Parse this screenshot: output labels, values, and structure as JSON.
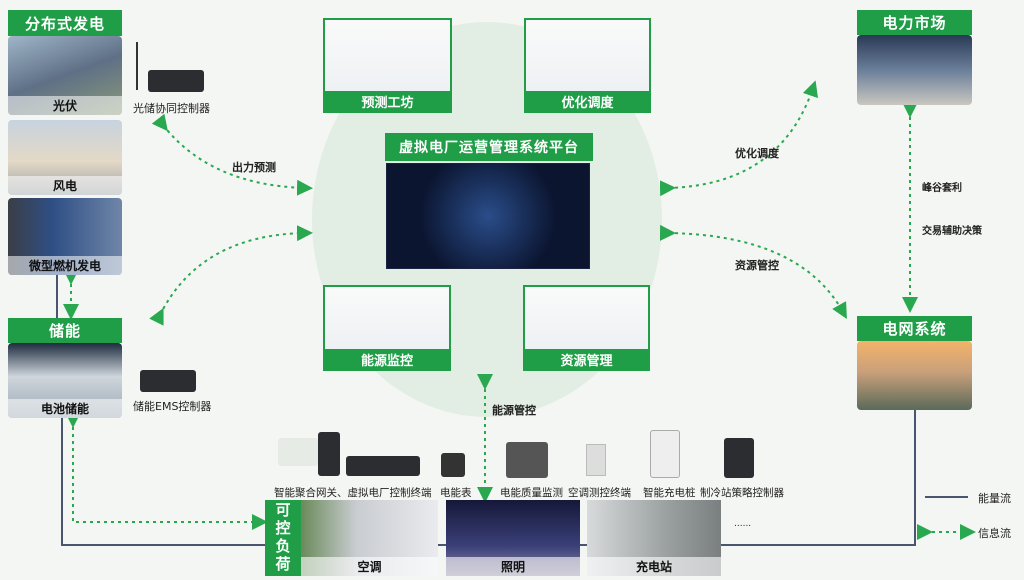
{
  "platform": {
    "title": "虚拟电厂运营管理系统平台"
  },
  "modules": {
    "forecast": "预测工坊",
    "optimize": "优化调度",
    "monitor": "能源监控",
    "resource": "资源管理"
  },
  "distributed": {
    "title": "分布式发电",
    "items": [
      "光伏",
      "风电",
      "微型燃机发电"
    ],
    "controller": "光储协同控制器"
  },
  "storage": {
    "title": "储能",
    "item": "电池储能",
    "controller": "储能EMS控制器"
  },
  "market": {
    "title": "电力市场"
  },
  "grid": {
    "title": "电网系统"
  },
  "flows": {
    "output_forecast": "出力预测",
    "optimize": "优化调度",
    "resource_control": "资源管控",
    "energy_control": "能源管控",
    "peak_valley": "峰谷套利",
    "trade_decision": "交易辅助决策"
  },
  "load": {
    "title": "可控负荷",
    "items": [
      "空调",
      "照明",
      "充电站"
    ],
    "more": "......"
  },
  "devices": [
    "智能聚合网关、虚拟电厂控制终端",
    "电能表",
    "电能质量监测",
    "空调测控终端",
    "智能充电桩",
    "制冷站策略控制器"
  ],
  "legend": {
    "energy": "能量流",
    "info": "信息流"
  },
  "colors": {
    "green": "#1f9d47",
    "energy_line": "#4a5570",
    "info_line": "#2aa84f"
  }
}
